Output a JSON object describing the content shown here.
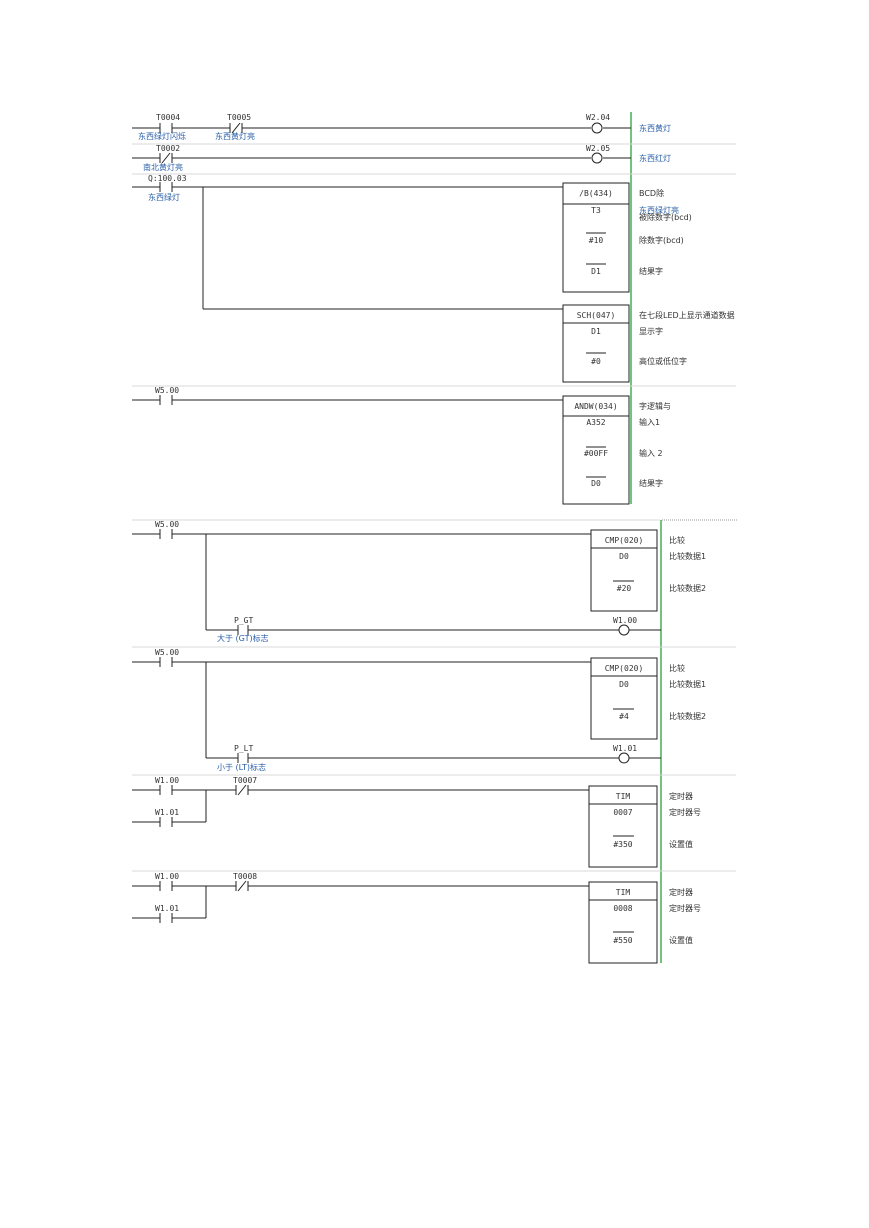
{
  "page": {
    "contacts": [
      {
        "address": "T0004",
        "comment": "东西绿灯闪烁"
      },
      {
        "address": "T0005",
        "comment": "东西黄灯亮"
      },
      {
        "address": "T0002",
        "comment": "南北黄灯亮"
      },
      {
        "address": "Q:100.03",
        "comment": "东西绿灯"
      },
      {
        "address": "W5.00",
        "comment": ""
      },
      {
        "address": "W5.00",
        "comment": ""
      },
      {
        "address": "P_GT",
        "comment": "大于 (GT)标志"
      },
      {
        "address": "W5.00",
        "comment": ""
      },
      {
        "address": "P_LT",
        "comment": "小于 (LT)标志"
      },
      {
        "address": "W1.00",
        "comment": ""
      },
      {
        "address": "T0007",
        "comment": ""
      },
      {
        "address": "W1.01",
        "comment": ""
      },
      {
        "address": "W1.00",
        "comment": ""
      },
      {
        "address": "T0008",
        "comment": ""
      },
      {
        "address": "W1.01",
        "comment": ""
      }
    ],
    "coils": [
      {
        "address": "W2.04",
        "comment": "东西黄灯"
      },
      {
        "address": "W2.05",
        "comment": "东西红灯"
      },
      {
        "address": "W1.00",
        "comment": ""
      },
      {
        "address": "W1.01",
        "comment": ""
      }
    ],
    "blocks": [
      {
        "instruction": "/B(434)",
        "title_comment": "BCD除",
        "title_comment_2": "东西绿灯亮",
        "operands": [
          {
            "value": "T3",
            "comment": "被除数字(bcd)"
          },
          {
            "value": "#10",
            "comment": "除数字(bcd)"
          },
          {
            "value": "D1",
            "comment": "结果字"
          }
        ]
      },
      {
        "instruction": "SCH(047)",
        "title_comment": "在七段LED上显示通道数据",
        "title_comment_2": "",
        "operands": [
          {
            "value": "D1",
            "comment": "显示字"
          },
          {
            "value": "#0",
            "comment": "高位或低位字"
          }
        ]
      },
      {
        "instruction": "ANDW(034)",
        "title_comment": "字逻辑与",
        "title_comment_2": "",
        "operands": [
          {
            "value": "A352",
            "comment": "输入1"
          },
          {
            "value": "#00FF",
            "comment": "输入 2"
          },
          {
            "value": "D0",
            "comment": "结果字"
          }
        ]
      },
      {
        "instruction": "CMP(020)",
        "title_comment": "比较",
        "title_comment_2": "",
        "operands": [
          {
            "value": "D0",
            "comment": "比较数据1"
          },
          {
            "value": "#20",
            "comment": "比较数据2"
          }
        ]
      },
      {
        "instruction": "CMP(020)",
        "title_comment": "比较",
        "title_comment_2": "",
        "operands": [
          {
            "value": "D0",
            "comment": "比较数据1"
          },
          {
            "value": "#4",
            "comment": "比较数据2"
          }
        ]
      },
      {
        "instruction": "TIM",
        "title_comment": "定时器",
        "title_comment_2": "",
        "operands": [
          {
            "value": "0007",
            "comment": "定时器号"
          },
          {
            "value": "#350",
            "comment": "设置值"
          }
        ]
      },
      {
        "instruction": "TIM",
        "title_comment": "定时器",
        "title_comment_2": "",
        "operands": [
          {
            "value": "0008",
            "comment": "定时器号"
          },
          {
            "value": "#550",
            "comment": "设置值"
          }
        ]
      }
    ]
  }
}
